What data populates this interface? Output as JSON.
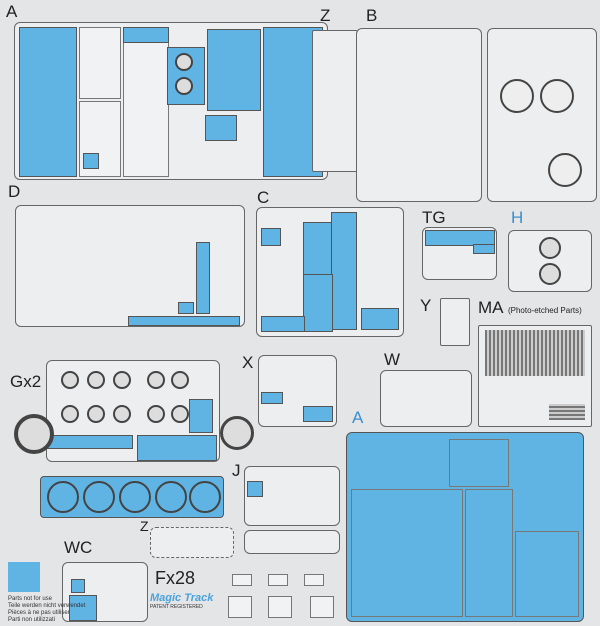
{
  "sprues": {
    "a_top": "A",
    "z_top": "Z",
    "b": "B",
    "d": "D",
    "c": "C",
    "tg": "TG",
    "h": "H",
    "y": "Y",
    "ma": "MA",
    "ma_note": "(Photo-etched Parts)",
    "gx2": "Gx2",
    "x": "X",
    "w": "W",
    "a_blue": "A",
    "j": "J",
    "z_bottom": "Z",
    "wc": "WC",
    "fx28": "Fx28"
  },
  "legend": {
    "lines": [
      "Parts not for use",
      "Teile werden nicht verwendet",
      "Pièces à ne pas utiliser",
      "Parti non utilizzati"
    ]
  },
  "logo": {
    "name": "Magic Track",
    "sub": "PATENT REGISTERED"
  },
  "colors": {
    "highlight": "#5fb4e4",
    "background": "#e3e5e7"
  }
}
